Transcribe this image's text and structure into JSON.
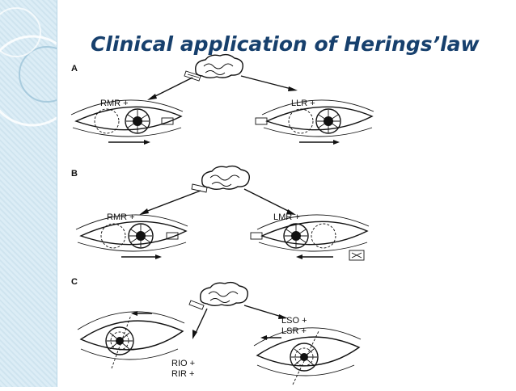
{
  "slide": {
    "title": "Clinical application of Herings’law"
  },
  "panels": [
    {
      "letter": "A",
      "left_label": "RMR +",
      "right_label": "LLR +"
    },
    {
      "letter": "B",
      "left_label": "RMR +",
      "right_label": "LMR +"
    },
    {
      "letter": "C",
      "left_label_line1": "RIO +",
      "left_label_line2": "RIR +",
      "right_label_line1": "LSO +",
      "right_label_line2": "LSR +"
    }
  ],
  "colors": {
    "title": "#17406d",
    "sidebar": "#cfe4ef"
  }
}
